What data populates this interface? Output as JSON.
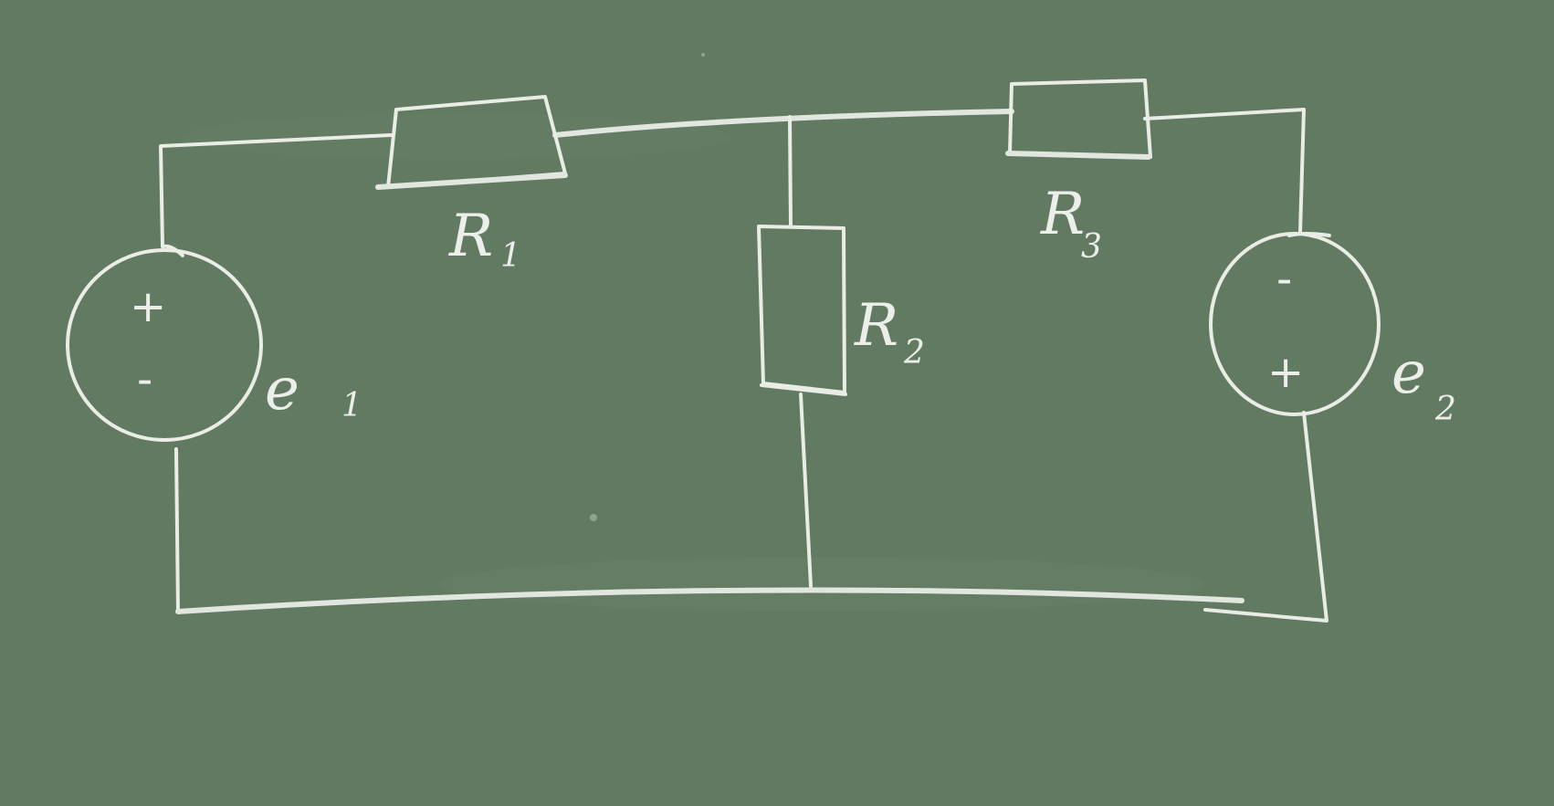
{
  "board": {
    "background_color": "#627a62",
    "chalk_color": "#e9ede6"
  },
  "components": {
    "r1": {
      "letter": "R",
      "index": "1"
    },
    "r2": {
      "letter": "R",
      "index": "2"
    },
    "r3": {
      "letter": "R",
      "index": "3"
    },
    "e1": {
      "letter": "e",
      "index": "1",
      "top_sign": "+",
      "bottom_sign": "-"
    },
    "e2": {
      "letter": "e",
      "index": "2",
      "top_sign": "-",
      "bottom_sign": "+"
    }
  }
}
